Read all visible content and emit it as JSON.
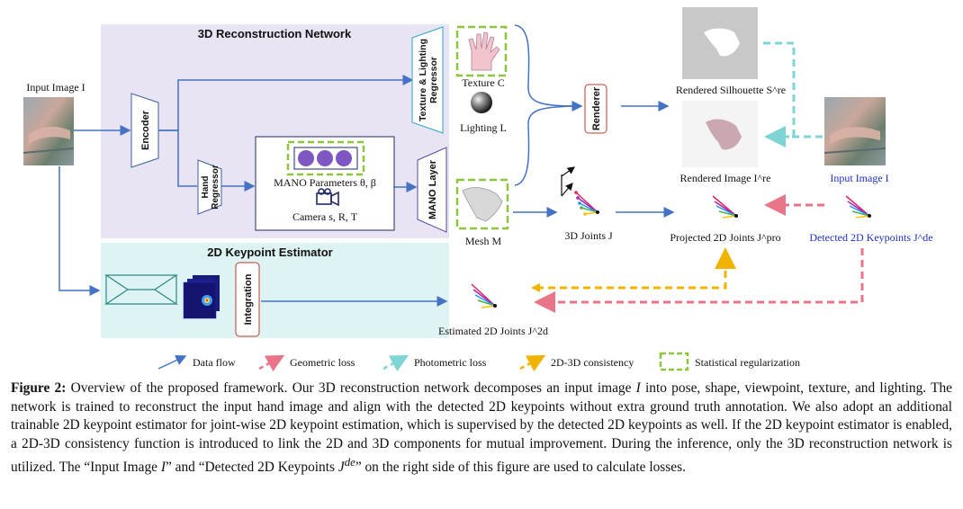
{
  "diagram": {
    "panels": {
      "reconstruction_title": "3D Reconstruction Network",
      "keypoint_title": "2D Keypoint Estimator"
    },
    "blocks": {
      "encoder": "Encoder",
      "hand_regressor": "Hand Regressor",
      "texture_lighting_regressor": "Texture & Lighting Regressor",
      "mano_layer": "MANO Layer",
      "renderer": "Renderer",
      "integration": "Integration"
    },
    "labels": {
      "input_image_left": "Input Image I",
      "mano_params": "MANO Parameters θ, β",
      "camera": "Camera s, R, T",
      "texture": "Texture C",
      "lighting": "Lighting L",
      "mesh": "Mesh M",
      "joints_3d": "3D Joints J",
      "rendered_silhouette": "Rendered Silhouette S^re",
      "rendered_image": "Rendered Image I^re",
      "input_image_right": "Input Image I",
      "projected_2d": "Projected 2D Joints J^pro",
      "detected_2d": "Detected 2D Keypoints J^de",
      "estimated_2d": "Estimated 2D Joints J^2d"
    },
    "legend": [
      {
        "label": "Data flow",
        "color": "#4472c4",
        "style": "solid"
      },
      {
        "label": "Geometric loss",
        "color": "#e8758a",
        "style": "dashed"
      },
      {
        "label": "Photometric loss",
        "color": "#7fd4d4",
        "style": "dashed"
      },
      {
        "label": "2D-3D consistency",
        "color": "#f0b400",
        "style": "dashed"
      },
      {
        "label": "Statistical regularization",
        "color": "#8cc63f",
        "style": "box"
      }
    ],
    "colors": {
      "reconstruction_bg": "#e8e4f3",
      "keypoint_bg": "#def3f3",
      "data_flow": "#4472c4",
      "geometric": "#e8758a",
      "photometric": "#7fd4d4",
      "consistency": "#f0b400",
      "regularization": "#8cc63f",
      "mano_dots": "#7e57c2"
    }
  },
  "caption": {
    "label": "Figure 2:",
    "text_1": " Overview of the proposed framework. Our 3D reconstruction network decomposes an input image ",
    "var_I": "I",
    "text_2": " into pose, shape, viewpoint, texture, and lighting. The network is trained to reconstruct the input hand image and align with the detected 2D keypoints without extra ground truth annotation. We also adopt an additional trainable 2D keypoint estimator for joint-wise 2D keypoint estimation, which is supervised by the detected 2D keypoints as well. If the 2D keypoint estimator is enabled, a 2D-3D consistency function is introduced to link the 2D and 3D components for mutual improvement. During the inference, only the 3D reconstruction network is utilized. The “Input Image ",
    "var_I2": "I",
    "text_3": "” and “Detected 2D Keypoints ",
    "var_J": "J",
    "var_J_sup": "de",
    "text_4": "” on the right side of this figure are used to calculate losses."
  }
}
